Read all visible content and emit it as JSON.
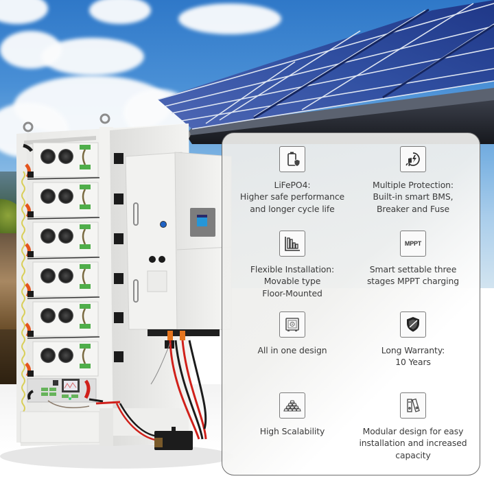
{
  "image": {
    "subject": "Stacked LiFePO4 battery energy storage cabinet with hybrid inverter in front of rooftop solar panels",
    "colors": {
      "sky": "#4a90d6",
      "solar_panel": "#2b3f8f",
      "cabinet": "#f1f1ef",
      "cable_red": "#d0201a",
      "cable_black": "#1b1b1b",
      "connector_orange": "#e4541d",
      "panel_border": "#6d6d6d",
      "text": "#3a3a3a"
    }
  },
  "features_panel": {
    "features": [
      {
        "icon": "battery-shield-icon",
        "label": "LiFePO4:\nHigher safe performance\nand longer cycle life"
      },
      {
        "icon": "plug-protection-icon",
        "label": "Multiple Protection:\nBuilt-in smart BMS,\nBreaker and Fuse"
      },
      {
        "icon": "bar-chart-icon",
        "label": "Flexible Installation:\nMovable type\nFloor-Mounted"
      },
      {
        "icon": "mppt-icon",
        "icon_text": "MPPT",
        "label": "Smart settable three\nstages MPPT charging"
      },
      {
        "icon": "safe-box-icon",
        "label": "All in one design"
      },
      {
        "icon": "warranty-shield-icon",
        "label": "Long Warranty:\n10 Years"
      },
      {
        "icon": "stacked-bars-icon",
        "label": "High Scalability"
      },
      {
        "icon": "modular-binders-icon",
        "label": "Modular design for easy\ninstallation and increased\ncapacity"
      }
    ]
  }
}
